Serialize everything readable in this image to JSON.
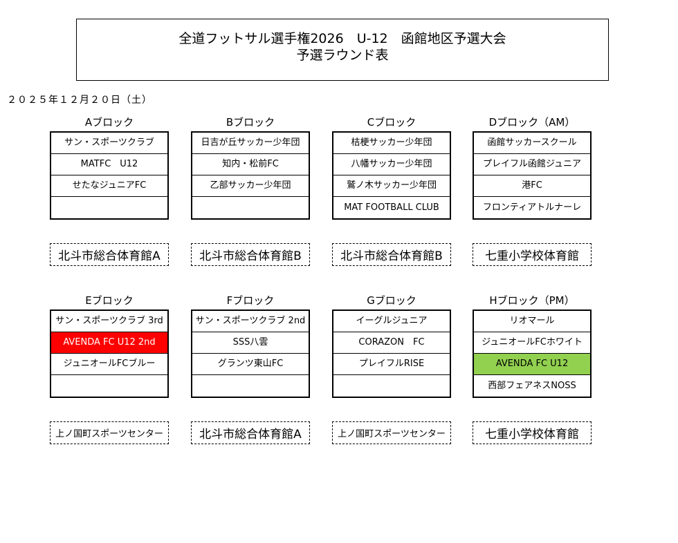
{
  "title": {
    "line1": "全道フットサル選手権2026　U-12　函館地区予選大会",
    "line2": "予選ラウンド表"
  },
  "date": "２０２５年１２月２０日（土）",
  "blocks": [
    {
      "label": "Aブロック",
      "teams": [
        "サン・スポーツクラブ",
        "MATFC　U12",
        "せたなジュニアFC",
        ""
      ],
      "venue": "北斗市総合体育館A"
    },
    {
      "label": "Bブロック",
      "teams": [
        "日吉が丘サッカー少年団",
        "知内・松前FC",
        "乙部サッカー少年団",
        ""
      ],
      "venue": "北斗市総合体育館B"
    },
    {
      "label": "Cブロック",
      "teams": [
        "桔梗サッカー少年団",
        "八幡サッカー少年団",
        "鷲ノ木サッカー少年団",
        "MAT FOOTBALL CLUB"
      ],
      "venue": "北斗市総合体育館B"
    },
    {
      "label": "Dブロック（AM）",
      "teams": [
        "函館サッカースクール",
        "プレイフル函館ジュニア",
        "港FC",
        "フロンティアトルナーレ"
      ],
      "venue": "七重小学校体育館"
    },
    {
      "label": "Eブロック",
      "teams": [
        "サン・スポーツクラブ 3rd",
        "AVENDA FC U12 2nd",
        "ジュニオールFCブルー",
        ""
      ],
      "venue": "上ノ国町スポーツセンター"
    },
    {
      "label": "Fブロック",
      "teams": [
        "サン・スポーツクラブ 2nd",
        "SSS八雲",
        "グランツ東山FC",
        ""
      ],
      "venue": "北斗市総合体育館A"
    },
    {
      "label": "Gブロック",
      "teams": [
        "イーグルジュニア",
        "CORAZON　FC",
        "プレイフルRISE",
        ""
      ],
      "venue": "上ノ国町スポーツセンター"
    },
    {
      "label": "Hブロック（PM）",
      "teams": [
        "リオマール",
        "ジュニオールFCホワイト",
        "AVENDA FC U12",
        "西部フェアネスNOSS"
      ],
      "venue": "七重小学校体育館"
    }
  ],
  "colors": {
    "highlight_red": "#ff0000",
    "highlight_green": "#92d050"
  }
}
